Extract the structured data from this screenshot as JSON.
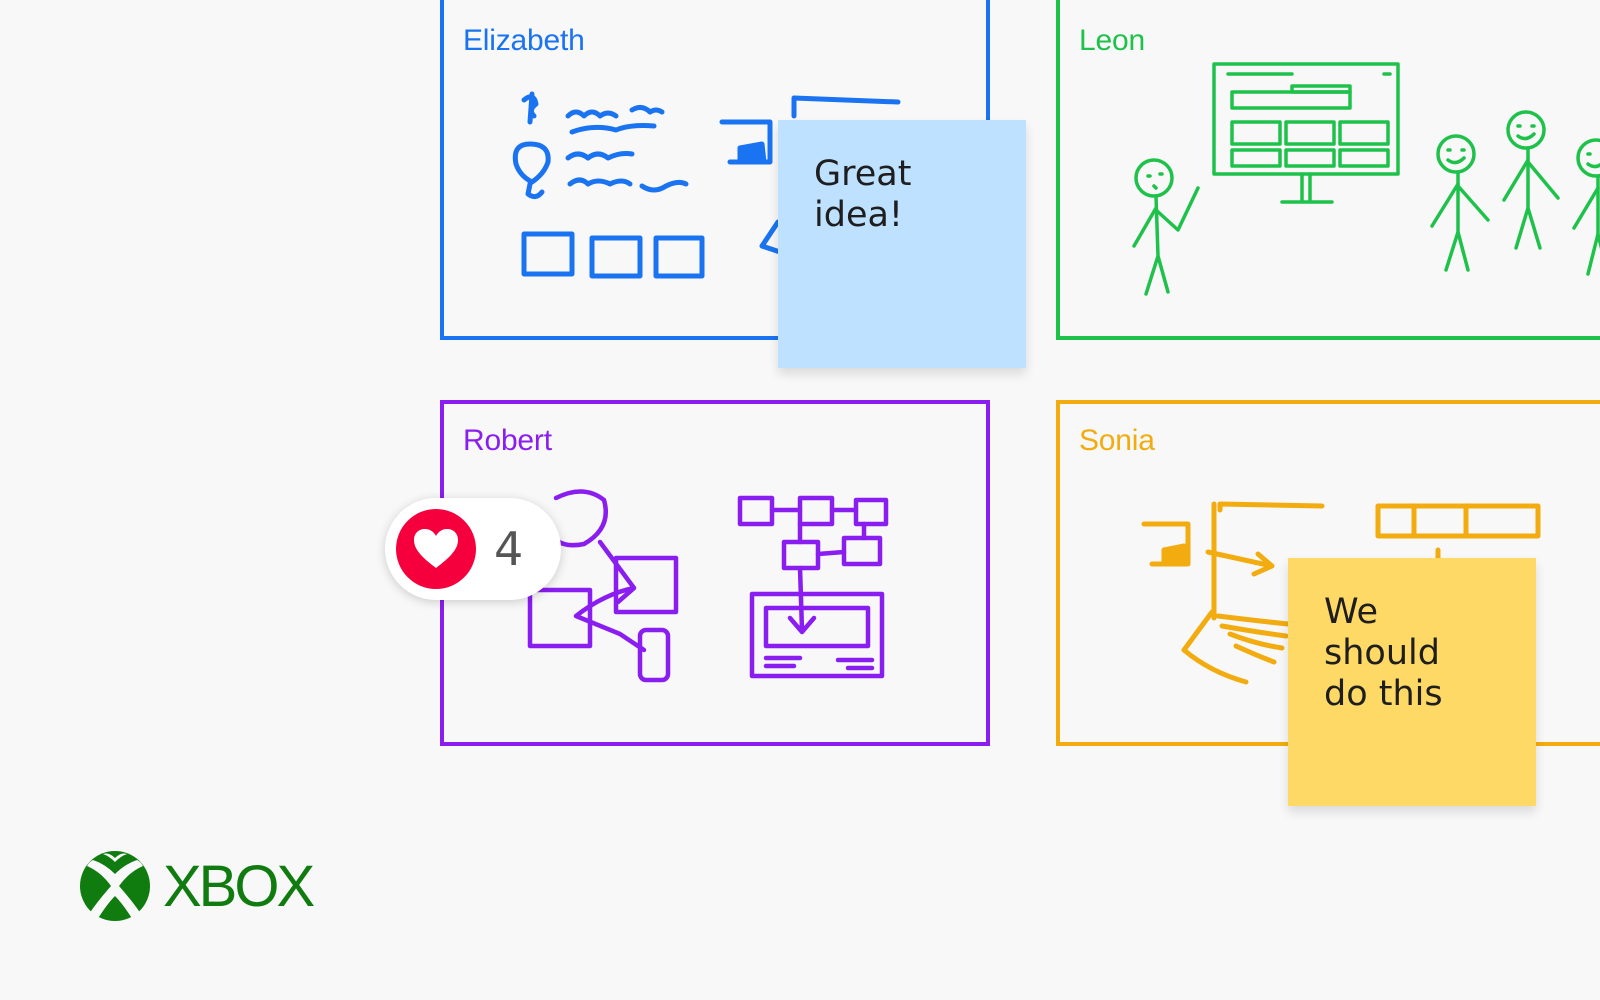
{
  "colors": {
    "background": "#f8f8f8",
    "elizabeth": "#1a73f0",
    "leon": "#1ec24a",
    "robert": "#8a1df0",
    "sonia": "#f2ac0f",
    "sticky_blue": "#bde1fe",
    "sticky_yellow": "#ffd966",
    "heart": "#f5003c",
    "xbox_green": "#107c10"
  },
  "frames": [
    {
      "name": "Elizabeth",
      "color_key": "elizabeth"
    },
    {
      "name": "Leon",
      "color_key": "leon"
    },
    {
      "name": "Robert",
      "color_key": "robert"
    },
    {
      "name": "Sonia",
      "color_key": "sonia"
    }
  ],
  "stickies": {
    "blue": {
      "text": "Great\nidea!"
    },
    "yellow": {
      "text": "We\nshould\ndo this"
    }
  },
  "reaction": {
    "icon": "heart-icon",
    "count": "4"
  },
  "logo": {
    "icon": "xbox-sphere-icon",
    "wordmark": "XBOX"
  }
}
